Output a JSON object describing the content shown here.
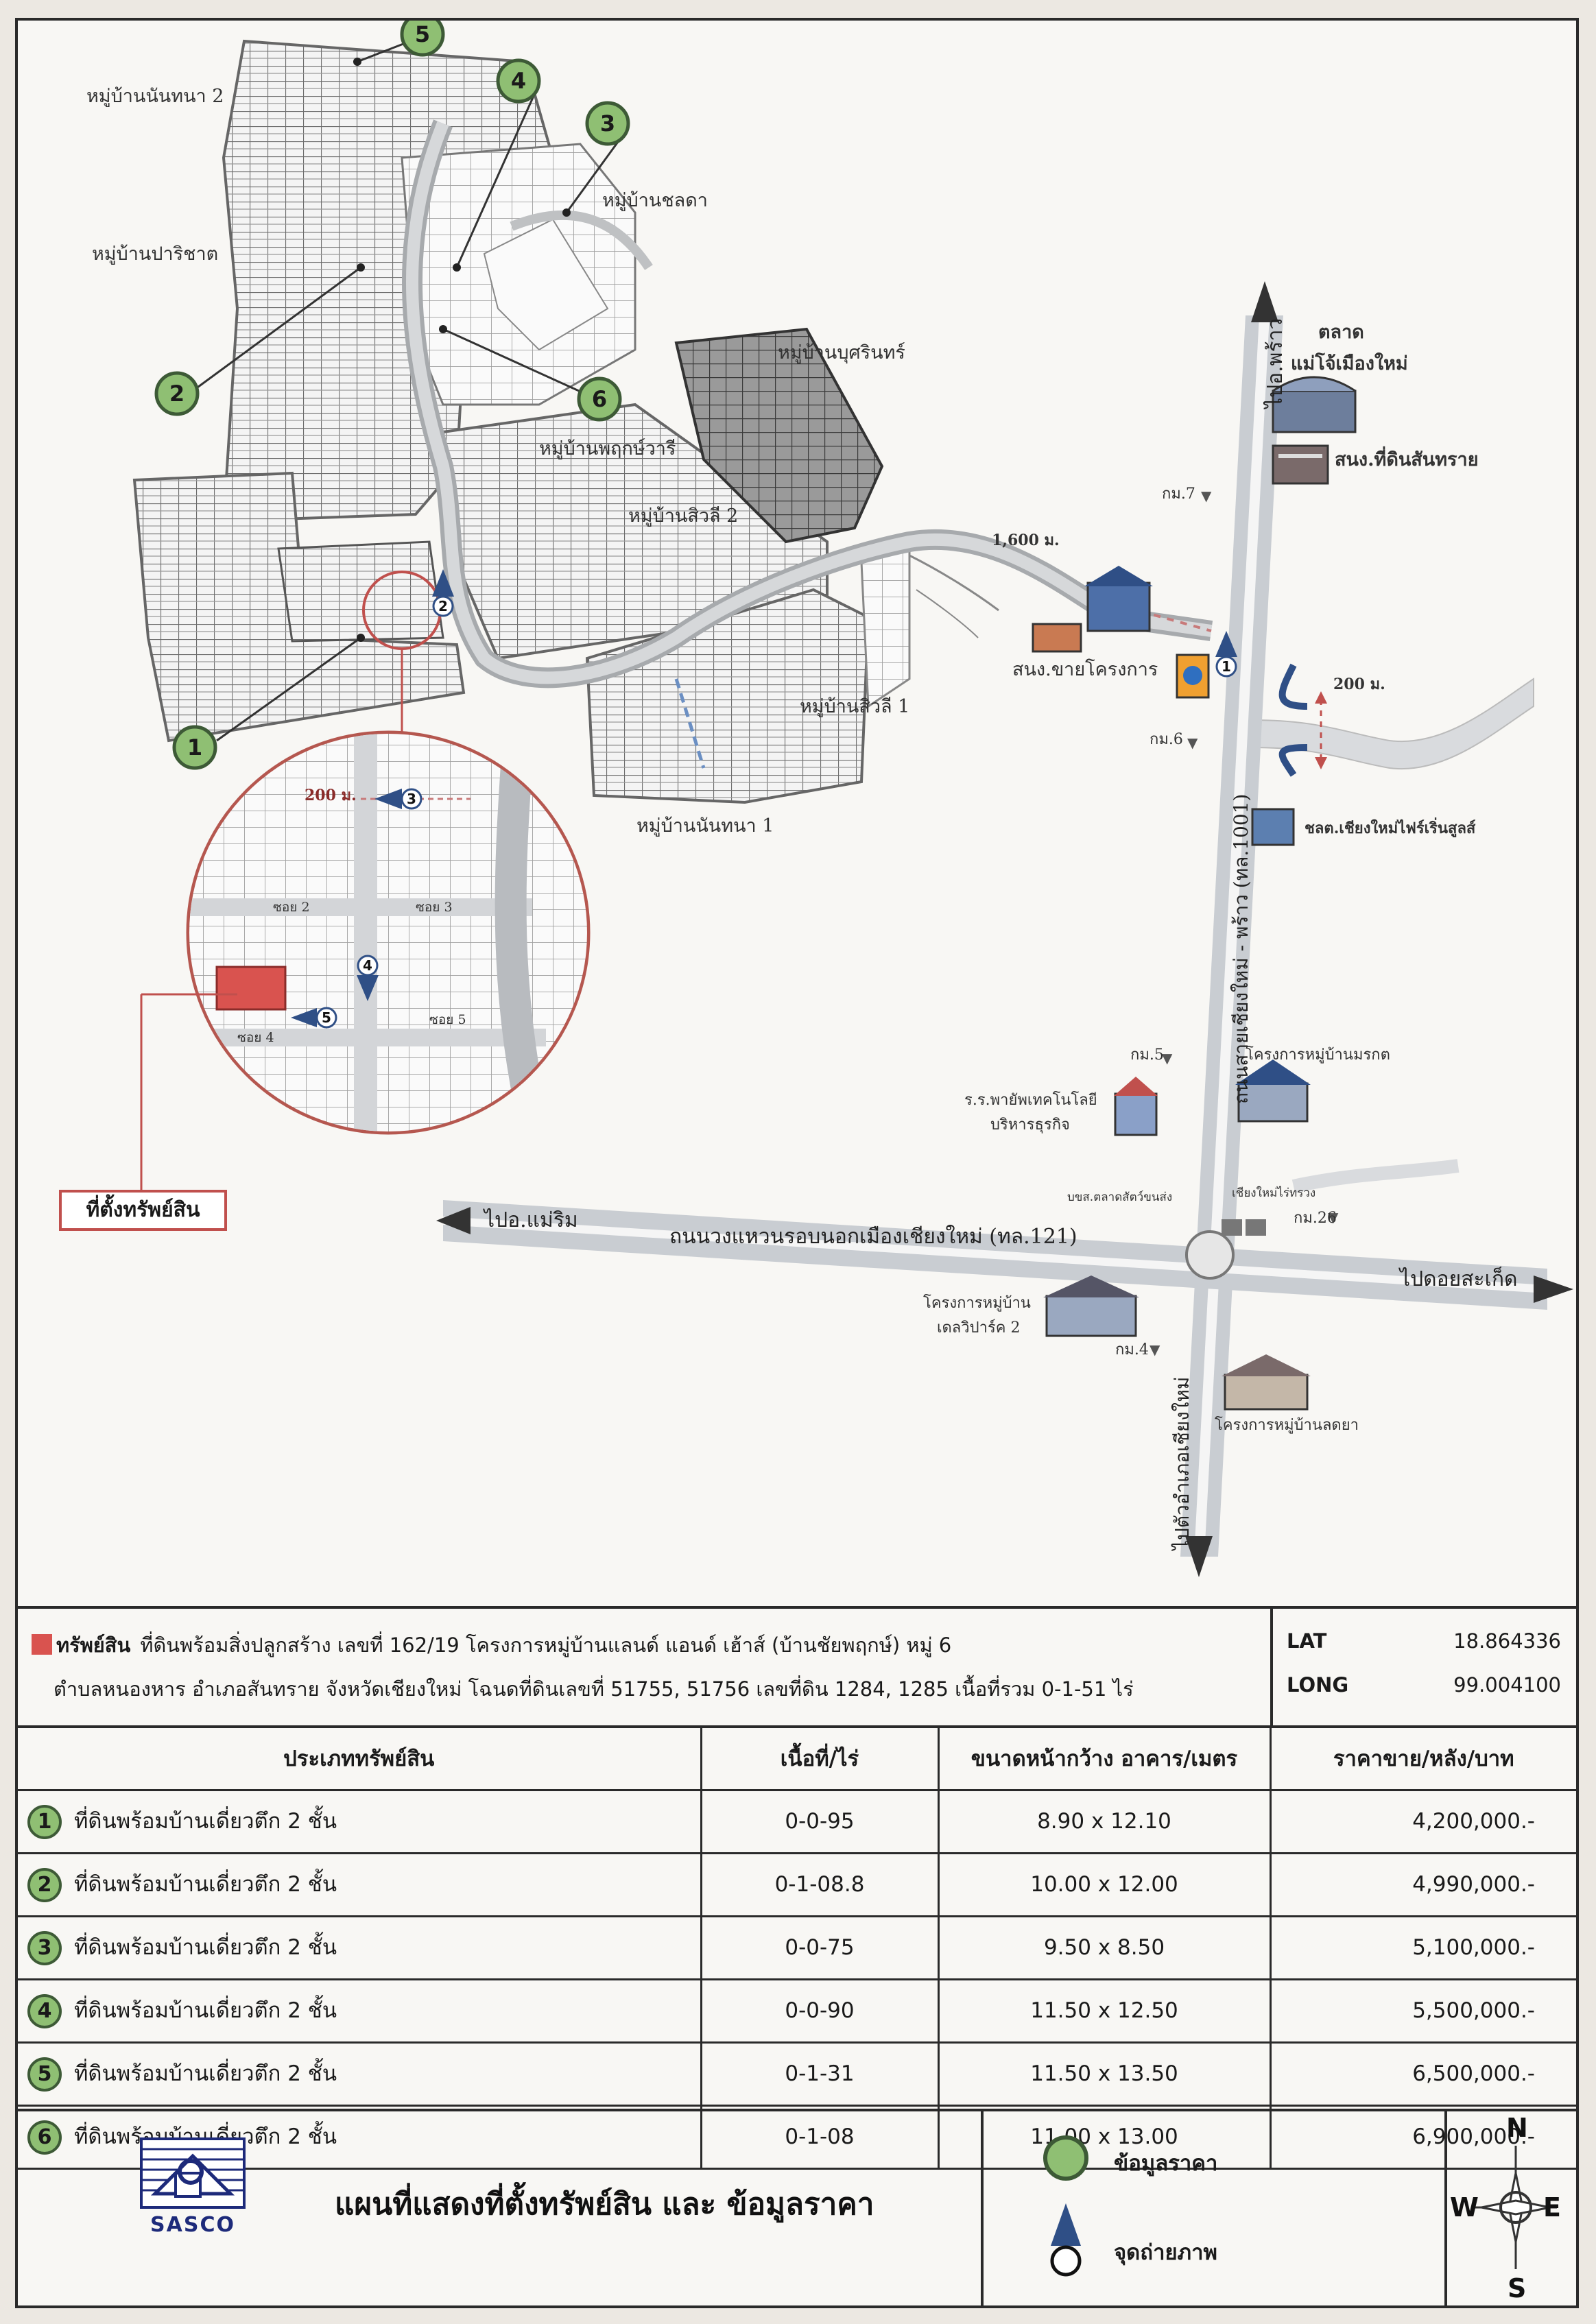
{
  "map": {
    "labels": {
      "village_nanthana2": "หมู่บ้านนันทนา 2",
      "village_pharichat": "หมู่บ้านปาริชาต",
      "village_chonlada": "หมู่บ้านชลดา",
      "village_buririn": "หมู่บ้านบุศรินทร์",
      "village_phruksa": "หมู่บ้านพฤกษ์วารี",
      "village_siwali2": "หมู่บ้านสิวลี 2",
      "village_siwali1": "หมู่บ้านสิวลี 1",
      "village_nanthana1": "หมู่บ้านนันทนา 1",
      "market_line1": "ตลาด",
      "market_line2": "แม่โจ้เมืองใหม่",
      "land_office": "สนง.ที่ดินสันทราย",
      "sales_office": "สนง.ขายโครงการ",
      "dist_1600": "1,600 ม.",
      "dist_200_river": "200 ม.",
      "dist_200_inset": "200 ม.",
      "km7": "กม.7",
      "km6": "กม.6",
      "km5": "กม.5",
      "km4": "กม.4",
      "km26": "กม.26",
      "school": "ชลต.เชียงใหม่ไฟร์เริ่นสูลส์",
      "tech_line1": "ร.ร.พายัพเทคโนโลยี",
      "tech_line2": "บริหารธุรกิจ",
      "project_moradok": "โครงการหมู่บ้านมรกต",
      "project_deleciwa_line1": "โครงการหมู่บ้าน",
      "project_deleciwa_line2": "เดลวิปาร์ค 2",
      "project_lada": "โครงการหมู่บ้านลดยา",
      "shop_left": "บขส.ตลาดสัตว์ขนส่ง",
      "shop_right": "เชียงใหม่ไร่ทรวง",
      "to_phrao": "ไปอ.พร้าว",
      "road_1001": "ถนนสายเชียงใหม่ - พร้าว (ทล.1001)",
      "to_chiangmai": "ไปตัวอำเภอเชียงใหม่",
      "to_maerim": "ไปอ.แม่ริม",
      "ring_road": "ถนนวงแหวนรอบนอกเมืองเชียงใหม่ (ทล.121)",
      "to_doisaket": "ไปดอยสะเก็ด",
      "soi2": "ซอย 2",
      "soi3": "ซอย 3",
      "soi4": "ซอย 4",
      "soi5": "ซอย 5",
      "property_location": "ที่ตั้งทรัพย์สิน"
    },
    "price_markers": [
      "1",
      "2",
      "3",
      "4",
      "5",
      "6"
    ],
    "photo_points": [
      "1",
      "2",
      "3",
      "4",
      "5"
    ],
    "colors": {
      "price_marker": "#8fbf73",
      "photo_point": "#2f4f86",
      "property": "#d9534f",
      "road": "#c9cdd2"
    }
  },
  "info": {
    "asset_label": "ทรัพย์สิน",
    "line1": "ที่ดินพร้อมสิ่งปลูกสร้าง เลขที่ 162/19 โครงการหมู่บ้านแลนด์ แอนด์ เฮ้าส์ (บ้านชัยพฤกษ์) หมู่ 6",
    "line2": "ตำบลหนองหาร อำเภอสันทราย จังหวัดเชียงใหม่ โฉนดที่ดินเลขที่ 51755, 51756 เลขที่ดิน 1284, 1285 เนื้อที่รวม 0-1-51 ไร่",
    "lat_label": "LAT",
    "lat_value": "18.864336",
    "long_label": "LONG",
    "long_value": "99.004100"
  },
  "table": {
    "headers": [
      "ประเภททรัพย์สิน",
      "เนื้อที่/ไร่",
      "ขนาดหน้ากว้าง อาคาร/เมตร",
      "ราคาขาย/หลัง/บาท"
    ],
    "rows": [
      {
        "num": "1",
        "type": "ที่ดินพร้อมบ้านเดี่ยวตึก 2 ชั้น",
        "area": "0-0-95",
        "size": "8.90 x 12.10",
        "price": "4,200,000.-"
      },
      {
        "num": "2",
        "type": "ที่ดินพร้อมบ้านเดี่ยวตึก 2 ชั้น",
        "area": "0-1-08.8",
        "size": "10.00 x 12.00",
        "price": "4,990,000.-"
      },
      {
        "num": "3",
        "type": "ที่ดินพร้อมบ้านเดี่ยวตึก 2 ชั้น",
        "area": "0-0-75",
        "size": "9.50 x 8.50",
        "price": "5,100,000.-"
      },
      {
        "num": "4",
        "type": "ที่ดินพร้อมบ้านเดี่ยวตึก 2 ชั้น",
        "area": "0-0-90",
        "size": "11.50 x 12.50",
        "price": "5,500,000.-"
      },
      {
        "num": "5",
        "type": "ที่ดินพร้อมบ้านเดี่ยวตึก 2 ชั้น",
        "area": "0-1-31",
        "size": "11.50 x 13.50",
        "price": "6,500,000.-"
      },
      {
        "num": "6",
        "type": "ที่ดินพร้อมบ้านเดี่ยวตึก 2 ชั้น",
        "area": "0-1-08",
        "size": "11.00 x 13.00",
        "price": "6,900,000.-"
      }
    ]
  },
  "footer": {
    "logo_text": "SASCO",
    "title": "แผนที่แสดงที่ตั้งทรัพย์สิน และ ข้อมูลราคา",
    "legend_price": "ข้อมูลราคา",
    "legend_photo": "จุดถ่ายภาพ",
    "compass": {
      "n": "N",
      "s": "S",
      "e": "E",
      "w": "W"
    }
  }
}
